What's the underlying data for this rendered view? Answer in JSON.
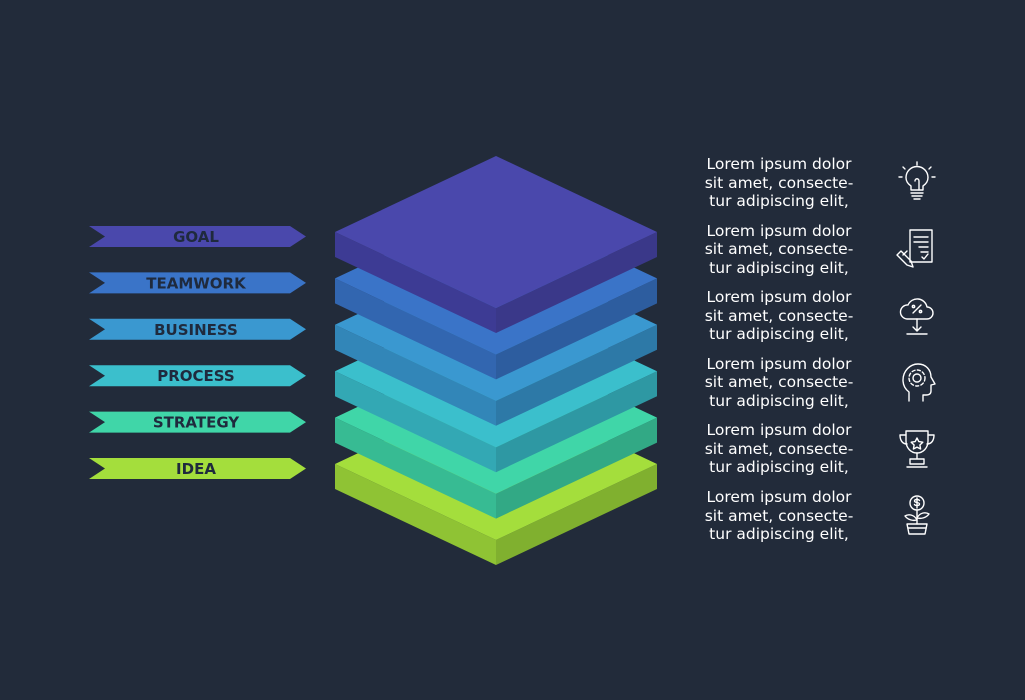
{
  "layers": [
    {
      "label": "GOAL",
      "color": "#4a48ac",
      "side_left": "#3d3b94",
      "side_right": "#3a3889"
    },
    {
      "label": "TEAMWORK",
      "color": "#3a74c8",
      "side_left": "#3266b0",
      "side_right": "#2d5d9f"
    },
    {
      "label": "BUSINESS",
      "color": "#3a98d0",
      "side_left": "#3286b8",
      "side_right": "#2d79a7"
    },
    {
      "label": "PROCESS",
      "color": "#3bbfcc",
      "side_left": "#33a8b4",
      "side_right": "#2e98a3"
    },
    {
      "label": "STRATEGY",
      "color": "#40d6a8",
      "side_left": "#37bb93",
      "side_right": "#32a985"
    },
    {
      "label": "IDEA",
      "color": "#a4de3c",
      "side_left": "#8fc334",
      "side_right": "#80b02f"
    }
  ],
  "descriptions": [
    {
      "line1": "Lorem ipsum dolor",
      "line2": "sit amet, consecte-",
      "line3": "tur adipiscing elit,",
      "icon": "lightbulb-icon"
    },
    {
      "line1": "Lorem ipsum dolor",
      "line2": "sit amet, consecte-",
      "line3": "tur adipiscing elit,",
      "icon": "document-pen-icon"
    },
    {
      "line1": "Lorem ipsum dolor",
      "line2": "sit amet, consecte-",
      "line3": "tur adipiscing elit,",
      "icon": "cloud-download-icon"
    },
    {
      "line1": "Lorem ipsum dolor",
      "line2": "sit amet, consecte-",
      "line3": "tur adipiscing elit,",
      "icon": "head-gear-icon"
    },
    {
      "line1": "Lorem ipsum dolor",
      "line2": "sit amet, consecte-",
      "line3": "tur adipiscing elit,",
      "icon": "trophy-icon"
    },
    {
      "line1": "Lorem ipsum dolor",
      "line2": "sit amet, consecte-",
      "line3": "tur adipiscing elit,",
      "icon": "money-plant-icon"
    }
  ],
  "colors": {
    "background": "#222b3a",
    "label_text": "#1f2a3d",
    "description_text": "#ffffff",
    "icon_stroke": "#ffffff"
  }
}
